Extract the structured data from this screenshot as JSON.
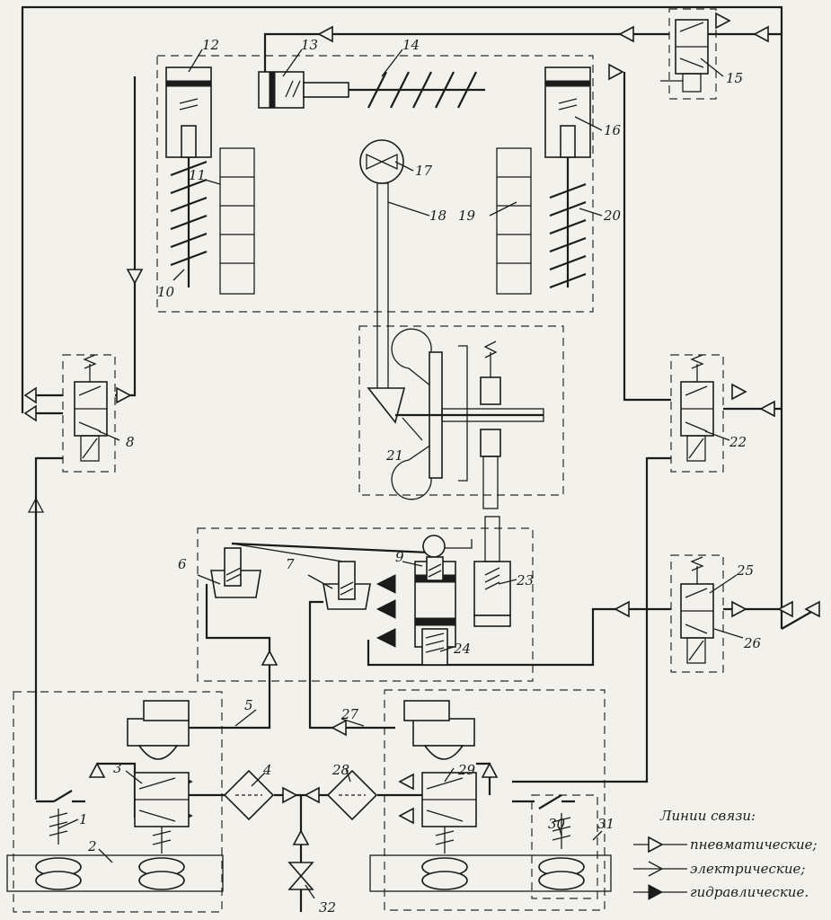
{
  "legend": {
    "title": "Линии связи:",
    "items": [
      {
        "type": "pneumatic",
        "label": "пневматические;"
      },
      {
        "type": "electric",
        "label": "электрические;"
      },
      {
        "type": "hydraulic",
        "label": "гидравлические."
      }
    ]
  },
  "components": {
    "c1": "1",
    "c2": "2",
    "c3": "3",
    "c4": "4",
    "c5": "5",
    "c6": "6",
    "c7": "7",
    "c8": "8",
    "c9": "9",
    "c10": "10",
    "c11": "11",
    "c12": "12",
    "c13": "13",
    "c14": "14",
    "c15": "15",
    "c16": "16",
    "c17": "17",
    "c18": "18",
    "c19": "19",
    "c20": "20",
    "c21": "21",
    "c22": "22",
    "c23": "23",
    "c24": "24",
    "c25": "25",
    "c26": "26",
    "c27": "27",
    "c28": "28",
    "c29": "29",
    "c30": "30",
    "c31": "31",
    "c32": "32"
  }
}
